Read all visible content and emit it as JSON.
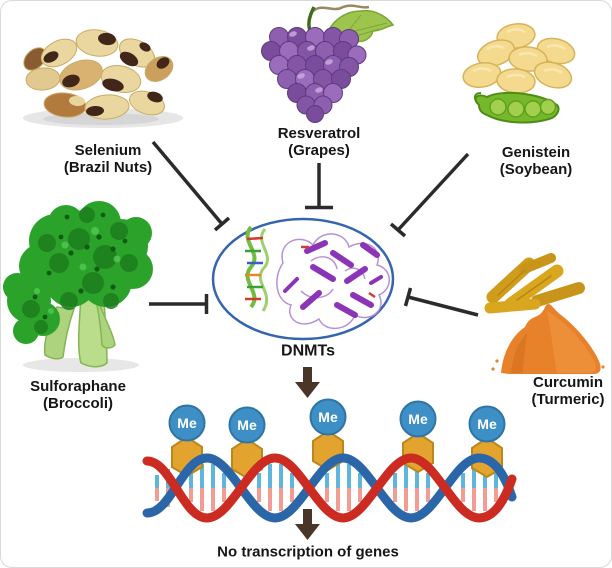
{
  "inhibitors": {
    "selenium": {
      "compound": "Selenium",
      "source": "(Brazil Nuts)",
      "image": "brazil-nuts"
    },
    "resveratrol": {
      "compound": "Resveratrol",
      "source": "(Grapes)",
      "image": "grape-bunch"
    },
    "genistein": {
      "compound": "Genistein",
      "source": "(Soybean)",
      "image": "soybeans-with-pod"
    },
    "sulforaphane": {
      "compound": "Sulforaphane",
      "source": "(Broccoli)",
      "image": "broccoli"
    },
    "curcumin": {
      "compound": "Curcumin",
      "source": "(Turmeric)",
      "image": "turmeric-roots-and-powder"
    }
  },
  "target": {
    "label": "DNMTs",
    "image": "dnmt-protein-structure"
  },
  "dna": {
    "methyl_groups": [
      "Me",
      "Me",
      "Me",
      "Me",
      "Me"
    ]
  },
  "outcome": {
    "label": "No transcription of genes"
  },
  "colors": {
    "inhibition_line": "#2b2b2b",
    "oval_outline": "#3465ad",
    "arrow_brown": "#4a3629",
    "methyl_circle_blue": "#3e8fc6",
    "methyl_hexagon_gold": "#e2a42e",
    "dna_strand_blue": "#2b67a8",
    "dna_strand_red": "#cc2b21"
  }
}
